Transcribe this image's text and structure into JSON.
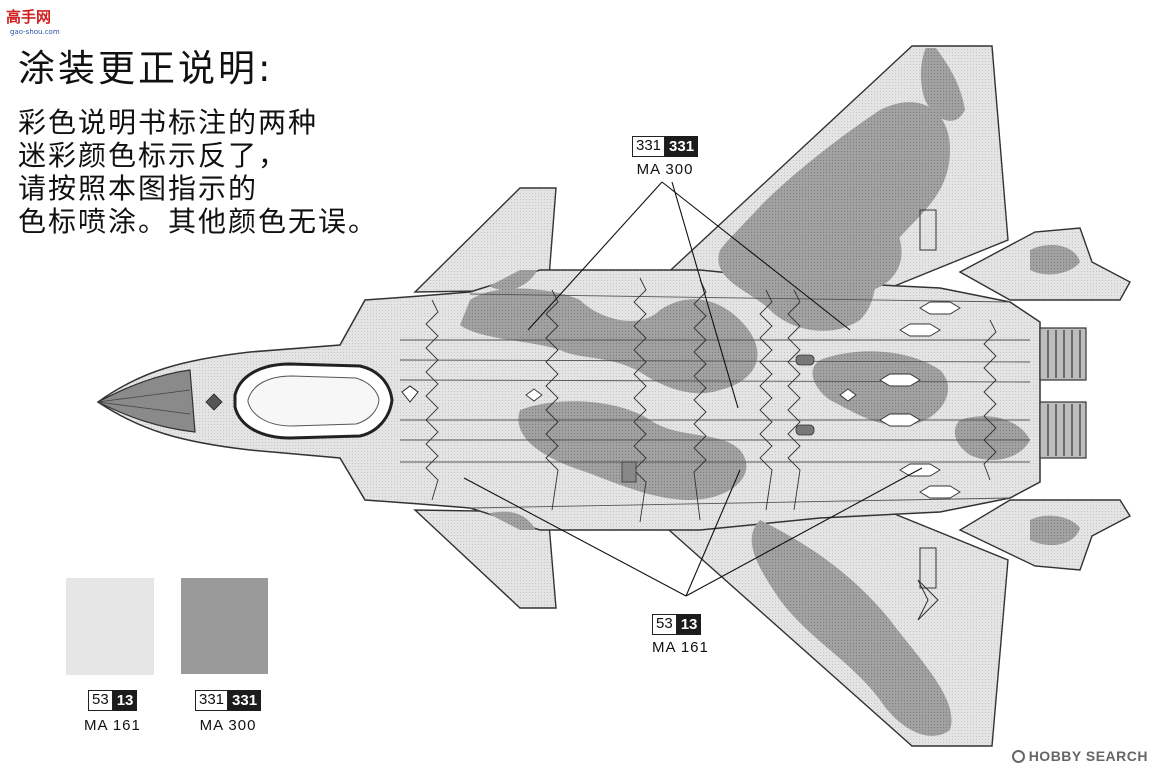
{
  "site_logo": {
    "text": "高手网",
    "url": "gao-shou.com"
  },
  "title": "涂装更正说明:",
  "note_lines": [
    "彩色说明书标注的两种",
    "迷彩颜色标示反了，",
    "请按照本图指示的",
    "色标喷涂。其他颜色无误。"
  ],
  "callout_dark": {
    "code_white": "331",
    "code_black": "331",
    "name": "MA 300"
  },
  "callout_light": {
    "code_white": "53",
    "code_black": "13",
    "name": "MA 161"
  },
  "legend": [
    {
      "code_white": "53",
      "code_black": "13",
      "name": "MA 161",
      "color": "#e6e6e6"
    },
    {
      "code_white": "331",
      "code_black": "331",
      "name": "MA 300",
      "color": "#9a9a9a"
    }
  ],
  "watermark": "HOBBY SEARCH",
  "colors": {
    "camo_light": "#e4e4e4",
    "camo_dark": "#9c9c9c",
    "outline": "#333333"
  }
}
